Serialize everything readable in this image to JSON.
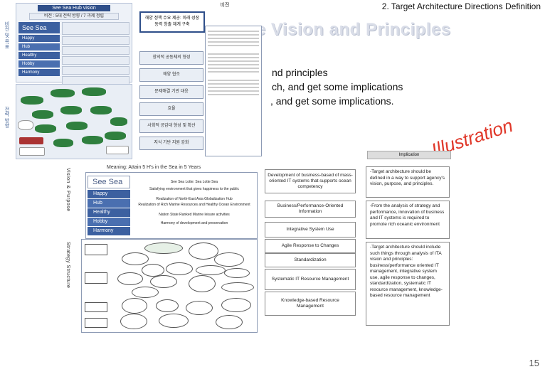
{
  "header": {
    "slide_title": "2. Target Architecture Directions Definition",
    "main_title": "re Vision and Principles",
    "page_number": "15"
  },
  "bullets": [
    "nd principles",
    "ch, and get some implications",
    ", and get some implications."
  ],
  "illustration_label": "Illustration",
  "doc_top": {
    "banner": "See Sea Hub vision",
    "subbanner": "비전 : 5대 전략 방향 / 7 과제 정립",
    "side_label_1": "비전 및 목표",
    "side_label_2": "전략 방향",
    "see_sea": "See Sea",
    "items": [
      "Happy",
      "Hub",
      "Healthy",
      "Hobby",
      "Harmony"
    ]
  },
  "vision_col": {
    "title": "비전",
    "top_box": "해양 정책 수요 제공: 미래 성장동력 창출 체계 구축",
    "steps": [
      "창의적 공동체의 형성",
      "해양 협조",
      "문제해결 기반 대응",
      "효율",
      "사회적 공감대 형성 및 확산",
      "지식 기반 지원 강화"
    ]
  },
  "diagram_panel": {
    "meaning_label": "Meaning: Attain 5 H's in the Sea in 5 Years",
    "see_sea": "See Sea",
    "hub_items": [
      "Happy",
      "Hub",
      "Healthy",
      "Hobby",
      "Harmony"
    ],
    "purpose_rows": [
      "See Sea Lotte: Sea Lotte Sea",
      "Satisfying environment that gives happiness to the public",
      "Realization of North-East Asia Globalization Hub",
      "Realization of Rich Marine Resources and Healthy Ocean Environment",
      "Nation State Ranked Marine leisure activities",
      "Harmony of development and preservation"
    ],
    "vertical_purpose": "Vision & Purpose",
    "vertical_strategy": "Strategy Structure"
  },
  "implication": {
    "header": "Implication",
    "left_boxes": [
      "Development of business-based of mass-oriented IT systems that supports ocean competency",
      "Business/Performance-Oriented Information",
      "Integrative System Use",
      "Agile Response to Changes",
      "Standardization",
      "Systematic IT Resource Management",
      "Knowledge-based Resource Management"
    ],
    "right_texts": [
      "-Target architecture should be defined in a way to support agency's vision, purpose, and principles.",
      "-From the analysis of strategy and performance, innovation of business and IT systems is required to promote rich oceanic environment",
      "-Target architecture should include such things through analysis of ITA vision and principles: business/performance oriented IT management, integrative system use, agile response to changes, standardization, systematic IT resource management, knowledge-based resource management"
    ]
  }
}
